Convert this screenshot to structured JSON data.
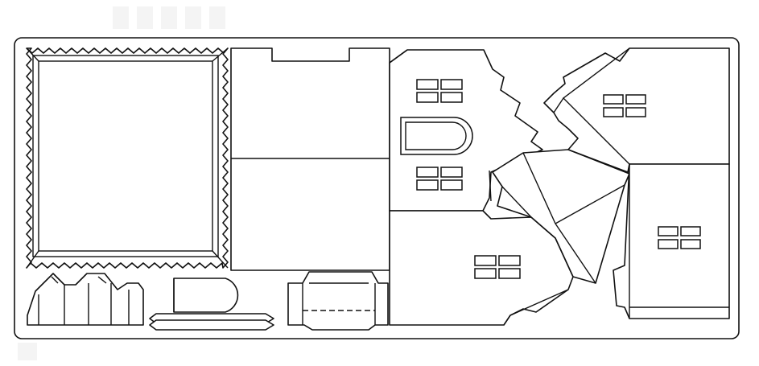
{
  "colors": {
    "background": "#ffffff",
    "line": "#111111",
    "ghost": "#f4f4f4"
  },
  "pieces": [
    "frame-border-piece",
    "square-box-panel",
    "house-front-gable-panel",
    "house-right-side-panel",
    "roof-panel",
    "house-lower-panel",
    "picket-fence-piece",
    "door-piece",
    "base-strip-piece",
    "small-box-piece"
  ]
}
